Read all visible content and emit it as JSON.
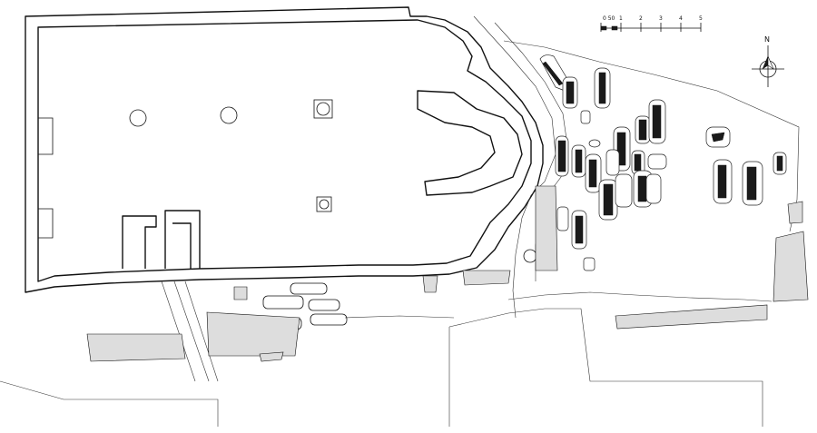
{
  "scale_bar": {
    "ticks": [
      "0 50",
      "1",
      "2",
      "3",
      "4",
      "5"
    ]
  },
  "north_arrow": {
    "label": "N"
  },
  "colors": {
    "ink": "#111111",
    "paper": "#ffffff",
    "rubble": "#dddddd"
  }
}
